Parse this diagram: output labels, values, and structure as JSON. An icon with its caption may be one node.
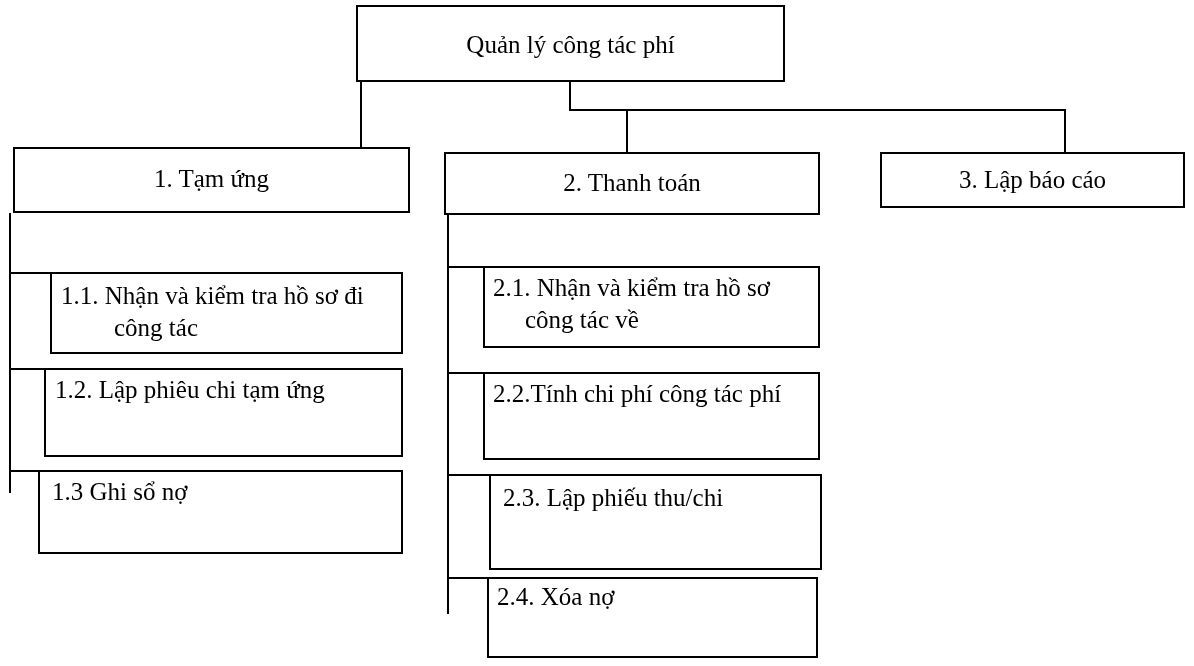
{
  "diagram": {
    "nodes": [
      {
        "text": [
          "Quản lý công tác phí"
        ]
      },
      {
        "text": [
          "1. Tạm ứng"
        ]
      },
      {
        "text": [
          "2. Thanh toán"
        ]
      },
      {
        "text": [
          "3. Lập báo cáo"
        ]
      },
      {
        "text": [
          "1.1. Nhận và kiểm tra hồ sơ đi công tác"
        ]
      },
      {
        "text": [
          "1.2. Lập phiêu chi tạm ứng"
        ]
      },
      {
        "text": [
          "1.3 Ghi sổ nợ"
        ]
      },
      {
        "text": [
          "2.1. Nhận và kiểm tra hồ sơ công tác về"
        ]
      },
      {
        "text": [
          "2.2.Tính chi phí công tác phí"
        ]
      },
      {
        "text": [
          "2.3. Lập phiếu thu/chi"
        ]
      },
      {
        "text": [
          "2.4. Xóa nợ"
        ]
      }
    ],
    "edges": [
      {
        "from": 0,
        "to": 1,
        "arrow": "none"
      },
      {
        "from": 0,
        "to": 2,
        "arrow": "none"
      },
      {
        "from": 0,
        "to": 3,
        "arrow": "none"
      },
      {
        "from": 1,
        "to": 4,
        "arrow": "none"
      },
      {
        "from": 1,
        "to": 5,
        "arrow": "none"
      },
      {
        "from": 1,
        "to": 6,
        "arrow": "none"
      },
      {
        "from": 2,
        "to": 7,
        "arrow": "none"
      },
      {
        "from": 2,
        "to": 8,
        "arrow": "none"
      },
      {
        "from": 2,
        "to": 9,
        "arrow": "none"
      },
      {
        "from": 2,
        "to": 10,
        "arrow": "none"
      }
    ]
  }
}
